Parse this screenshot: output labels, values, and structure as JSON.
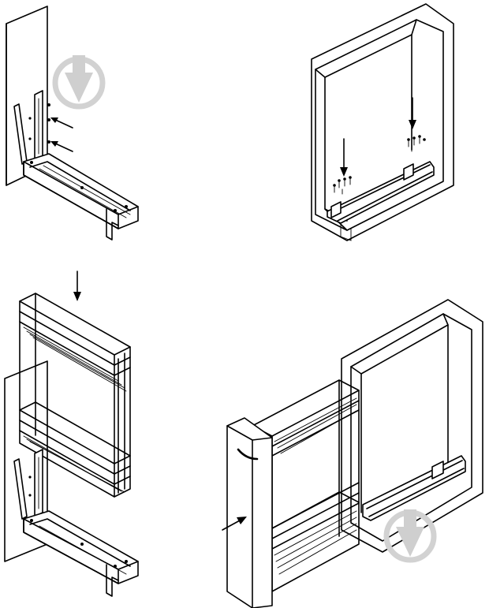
{
  "figure": {
    "colors": {
      "line": "#000000",
      "background": "#ffffff",
      "watermark": "#cfcfcf"
    },
    "panels": [
      {
        "id": "step-1",
        "icons": [
          "bracket-icon",
          "screw-icon",
          "arrow-icon"
        ]
      },
      {
        "id": "step-2",
        "icons": [
          "cabinet-icon",
          "rail-icon",
          "screw-icon",
          "arrow-icon"
        ]
      },
      {
        "id": "step-3",
        "icons": [
          "wire-basket-icon",
          "bracket-icon",
          "arrow-icon"
        ]
      },
      {
        "id": "step-4",
        "icons": [
          "cabinet-icon",
          "front-panel-icon",
          "handle-icon",
          "wire-basket-icon",
          "arrow-icon"
        ]
      }
    ],
    "watermark_icon": "shield-down-arrow-icon"
  }
}
